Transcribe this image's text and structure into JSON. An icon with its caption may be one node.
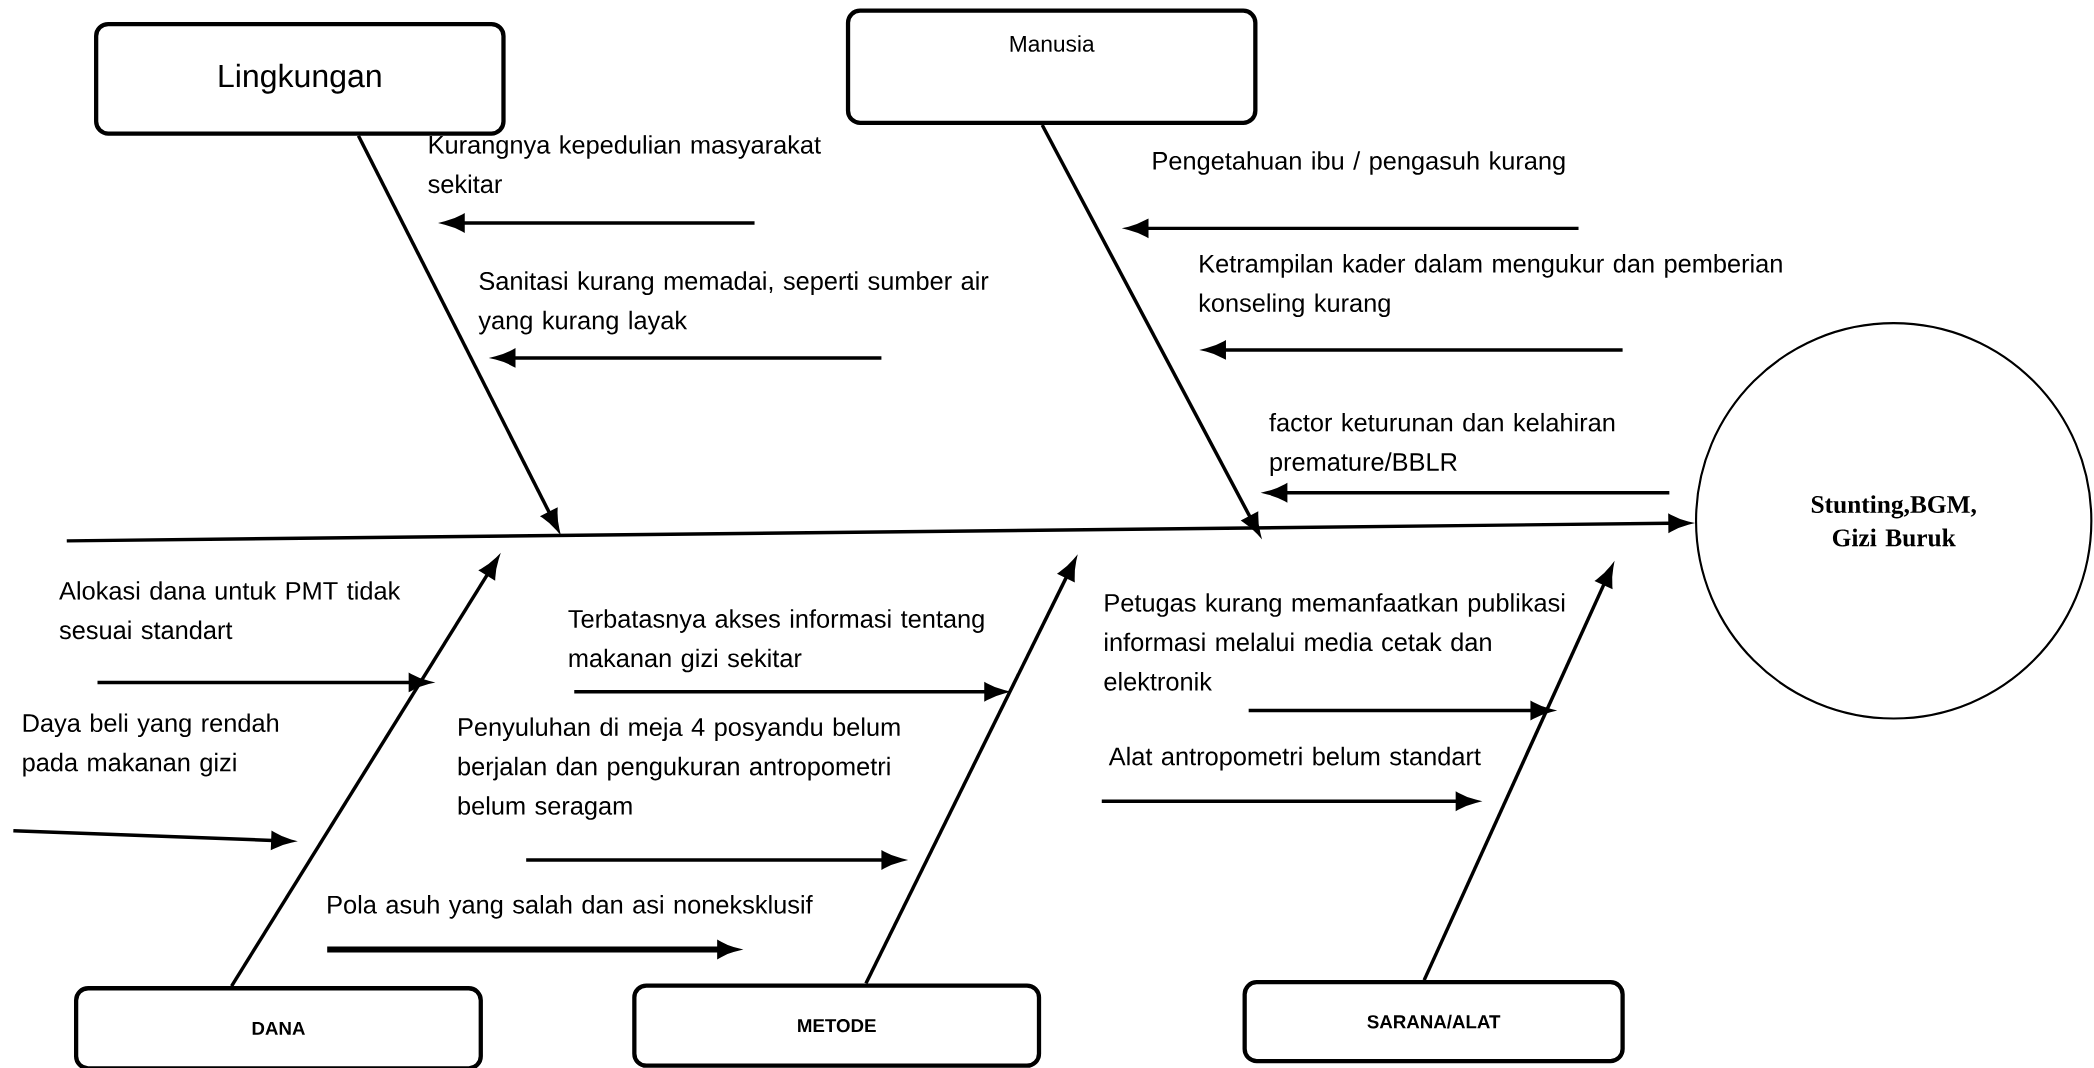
{
  "diagram": {
    "nodes": [
      {
        "text": [
          "Lingkungan"
        ]
      },
      {
        "text": [
          "Manusia"
        ]
      },
      {
        "text": [
          "Stunting,BGM, Gizi Buruk"
        ]
      },
      {
        "text": [
          "DANA"
        ]
      },
      {
        "text": [
          "METODE"
        ]
      },
      {
        "text": [
          "SARANA/ALAT"
        ]
      }
    ],
    "edges": [
      {
        "from": null,
        "to": 2,
        "arrow": "to"
      },
      {
        "from": 0,
        "to": null,
        "arrow": "to"
      },
      {
        "from": 1,
        "to": null,
        "arrow": "to"
      },
      {
        "from": 3,
        "to": null,
        "arrow": "to"
      },
      {
        "from": 4,
        "to": null,
        "arrow": "to"
      },
      {
        "from": 5,
        "to": null,
        "arrow": "to"
      }
    ],
    "labels": [
      "Kurangnya kepedulian masyarakat sekitar",
      "Pengetahuan ibu / pengasuh kurang",
      "Sanitasi kurang memadai, seperti sumber air yang kurang layak",
      "Ketrampilan kader dalam mengukur dan pemberian konseling kurang",
      "factor keturunan dan kelahiran premature/BBLR",
      "Alokasi dana untuk PMT tidak sesuai standart",
      "Petugas kurang memanfaatkan publikasi informasi melalui media cetak dan elektronik",
      "Terbatasnya akses informasi tentang makanan gizi sekitar",
      "Daya beli yang rendah pada makanan gizi",
      "Penyuluhan di meja 4 posyandu belum berjalan dan pengukuran antropometri belum seragam",
      "Alat antropometri belum standart",
      "Pola asuh yang salah dan asi noneksklusif"
    ]
  }
}
